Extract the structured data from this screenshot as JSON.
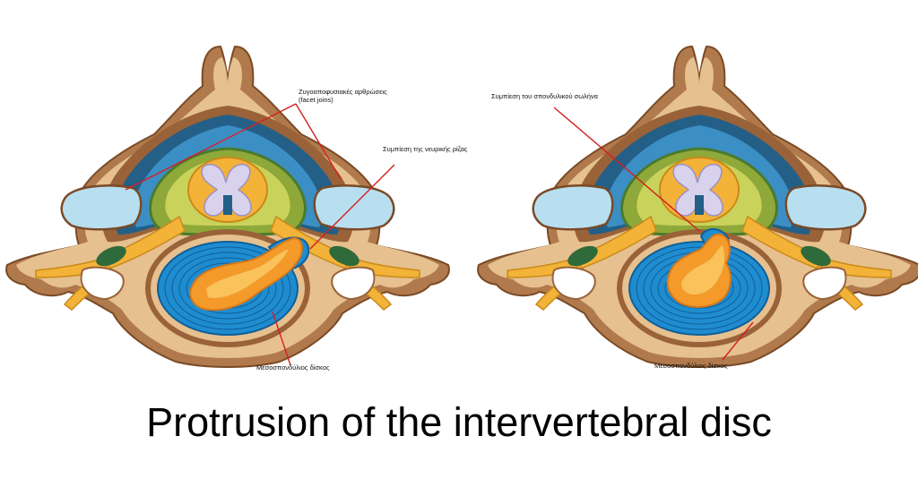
{
  "title": "Protrusion of the intervertebral disc",
  "left_panel": {
    "facet_label_line1": "Ζυγοαποφυσιακές αρθρώσεις",
    "facet_label_line2": "(facet joins)",
    "root_label": "Συμπίεση της νευρικής ρίζας",
    "disc_label": "Μεσοσπονδύλιος δίσκος"
  },
  "right_panel": {
    "canal_label": "Συμπίεση του σπονδυλικού σωλήνα",
    "disc_label": "Μεσοσπονδύλιος δίσκος"
  },
  "colors": {
    "bone": "#e6c08f",
    "bone_cortex": "#9a6238",
    "ligament": "#245f88",
    "facet_cartilage": "#b8dff0",
    "nerve": "#f3b238",
    "dura": "#4a7a2e",
    "disc_annulus": "#1f8cd0",
    "nucleus": "#f39a2a",
    "pointer_line": "#d42020"
  }
}
